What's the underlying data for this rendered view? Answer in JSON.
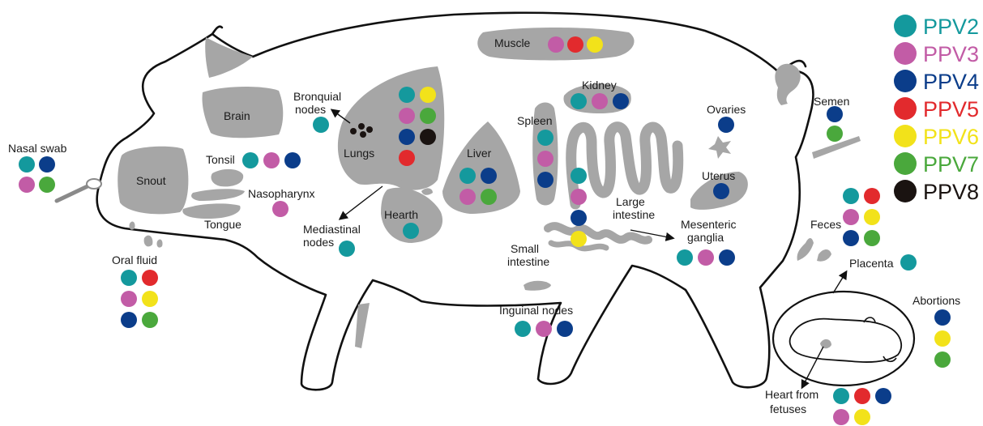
{
  "legend": [
    {
      "key": "PPV2",
      "label": "PPV2",
      "color": "#14999d"
    },
    {
      "key": "PPV3",
      "label": "PPV3",
      "color": "#c25ca6"
    },
    {
      "key": "PPV4",
      "label": "PPV4",
      "color": "#0b3d8a"
    },
    {
      "key": "PPV5",
      "label": "PPV5",
      "color": "#e22a2d"
    },
    {
      "key": "PPV6",
      "label": "PPV6",
      "color": "#f2e21a"
    },
    {
      "key": "PPV7",
      "label": "PPV7",
      "color": "#4aa83c"
    },
    {
      "key": "PPV8",
      "label": "PPV8",
      "color": "#1a1311"
    }
  ],
  "labels": {
    "nasal_swab": "Nasal swab",
    "snout": "Snout",
    "brain": "Brain",
    "tonsil": "Tonsil",
    "tongue": "Tongue",
    "nasopharynx": "Nasopharynx",
    "oral_fluid": "Oral fluid",
    "bronquial_1": "Bronquial",
    "bronquial_2": "nodes",
    "lungs": "Lungs",
    "mediastinal_1": "Mediastinal",
    "mediastinal_2": "nodes",
    "hearth": "Hearth",
    "muscle": "Muscle",
    "liver": "Liver",
    "spleen": "Spleen",
    "kidney": "Kidney",
    "large_intestine_1": "Large",
    "large_intestine_2": "intestine",
    "small_intestine_1": "Small",
    "small_intestine_2": "intestine",
    "mesenteric_1": "Mesenteric",
    "mesenteric_2": "ganglia",
    "ovaries": "Ovaries",
    "uterus": "Uterus",
    "inguinal_nodes": "Inguinal nodes",
    "semen": "Semen",
    "feces": "Feces",
    "placenta": "Placenta",
    "abortions": "Abortions",
    "heart_fetuses_1": "Heart from",
    "heart_fetuses_2": "fetuses"
  },
  "detections": {
    "nasal_swab": [
      "PPV2",
      "PPV4",
      "PPV3",
      "PPV7"
    ],
    "tonsil": [
      "PPV2",
      "PPV3",
      "PPV4"
    ],
    "nasopharynx": [
      "PPV3"
    ],
    "oral_fluid": [
      "PPV2",
      "PPV5",
      "PPV3",
      "PPV6",
      "PPV4",
      "PPV7"
    ],
    "bronquial_nodes": [
      "PPV2"
    ],
    "lungs": [
      "PPV2",
      "PPV6",
      "PPV3",
      "PPV7",
      "PPV4",
      "PPV8",
      "PPV5"
    ],
    "mediastinal_nodes": [
      "PPV2"
    ],
    "hearth": [
      "PPV2"
    ],
    "muscle": [
      "PPV3",
      "PPV5",
      "PPV6"
    ],
    "liver": [
      "PPV2",
      "PPV4",
      "PPV3",
      "PPV7"
    ],
    "spleen": [
      "PPV2",
      "PPV3",
      "PPV4"
    ],
    "kidney": [
      "PPV2",
      "PPV3",
      "PPV4"
    ],
    "large_intestine": [
      "PPV2",
      "PPV3",
      "PPV4",
      "PPV6"
    ],
    "mesenteric_ganglia": [
      "PPV2",
      "PPV3",
      "PPV4"
    ],
    "ovaries": [
      "PPV4"
    ],
    "uterus": [
      "PPV4"
    ],
    "inguinal_nodes": [
      "PPV2",
      "PPV3",
      "PPV4"
    ],
    "semen": [
      "PPV4",
      "PPV7"
    ],
    "feces": [
      "PPV2",
      "PPV5",
      "PPV3",
      "PPV6",
      "PPV4",
      "PPV7"
    ],
    "placenta": [
      "PPV2"
    ],
    "abortions": [
      "PPV4",
      "PPV6",
      "PPV7"
    ],
    "heart_from_fetuses": [
      "PPV2",
      "PPV5",
      "PPV4",
      "PPV3",
      "PPV6"
    ]
  }
}
